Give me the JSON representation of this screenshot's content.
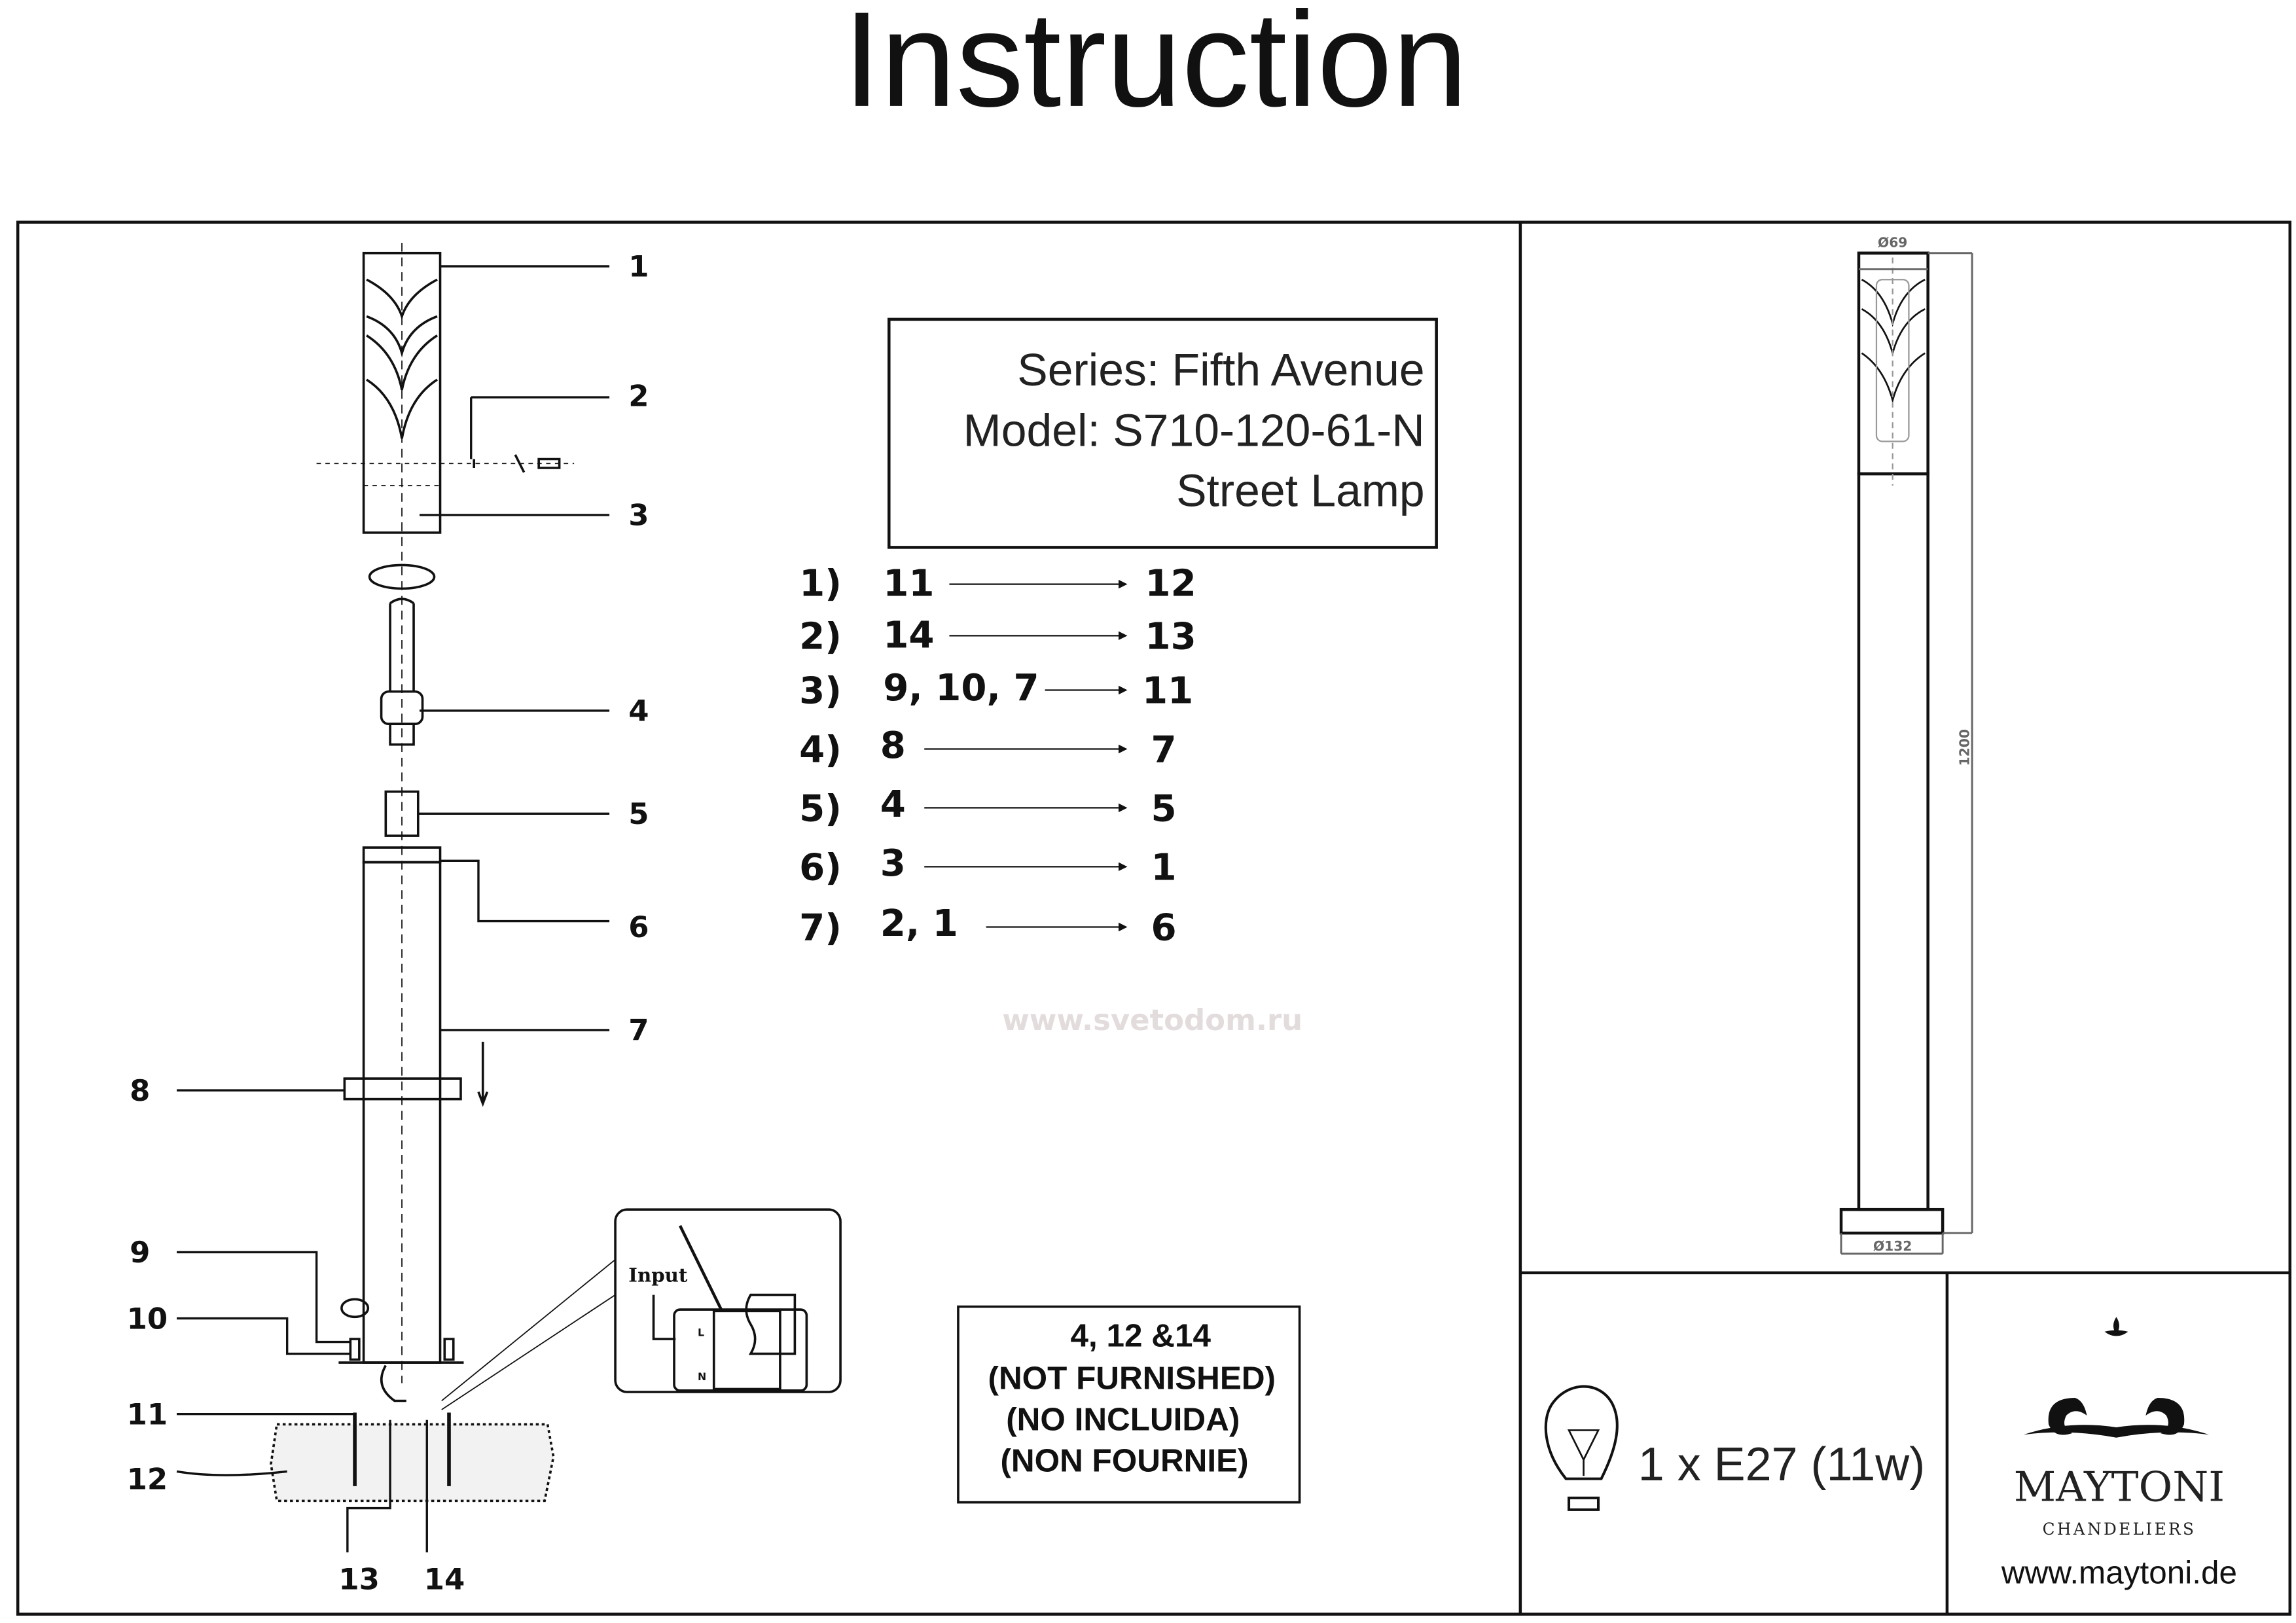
{
  "title": "Instruction",
  "info_box": {
    "series": "Series: Fifth Avenue",
    "model": "Model: S710-120-61-N",
    "type": "Street Lamp"
  },
  "steps": [
    {
      "label": "1)",
      "from": "11",
      "to": "12"
    },
    {
      "label": "2)",
      "from": "14",
      "to": "13"
    },
    {
      "label": "3)",
      "from": "9, 10, 7",
      "to": "11"
    },
    {
      "label": "4)",
      "from": "8",
      "to": "7"
    },
    {
      "label": "5)",
      "from": "4",
      "to": "5"
    },
    {
      "label": "6)",
      "from": "3",
      "to": "1"
    },
    {
      "label": "7)",
      "from": "2,  1",
      "to": "6"
    }
  ],
  "part_callouts": [
    "1",
    "2",
    "3",
    "4",
    "5",
    "6",
    "7",
    "8",
    "9",
    "10",
    "11",
    "12",
    "13",
    "14"
  ],
  "wiring_inset": {
    "label": "Input",
    "terminal_l": "L",
    "terminal_n": "N"
  },
  "notice": {
    "line1": "4, 12 &14",
    "line2": "(NOT FURNISHED)",
    "line3": "(NO INCLUIDA)",
    "line4": "(NON FOURNIE)"
  },
  "watermark": "www.svetodom.ru",
  "dimensions": {
    "top_diameter": "Ø69",
    "height": "1200",
    "base_diameter": "Ø132"
  },
  "bulb": {
    "icon": "light-bulb-icon",
    "spec": "1 x E27 (11w)"
  },
  "brand": {
    "name": "MAYTONI",
    "tagline": "CHANDELIERS",
    "url": "www.maytoni.de"
  },
  "colors": {
    "line": "#1a1a1a",
    "dimension": "#666666",
    "watermark": "#e3dcdc"
  }
}
